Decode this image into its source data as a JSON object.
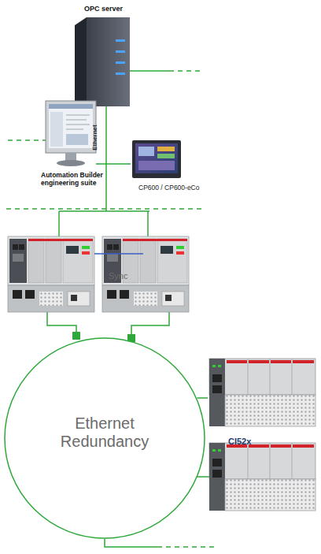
{
  "diagram": {
    "nodes": [
      {
        "text": [
          "OPC server"
        ]
      },
      {
        "text": [
          "Automation Builder engineering suite"
        ]
      },
      {
        "text": [
          "CP600 / CP600-eCo"
        ]
      },
      {
        "text": [
          "Ethernet Redundancy"
        ]
      },
      {
        "text": [
          "CI52x"
        ]
      }
    ],
    "edges": [
      {
        "from": 1,
        "to": 2,
        "arrow": "none"
      },
      {
        "from": 3,
        "to": 4,
        "arrow": "none"
      }
    ],
    "labels": [
      "Ethernet",
      "Sync"
    ]
  }
}
